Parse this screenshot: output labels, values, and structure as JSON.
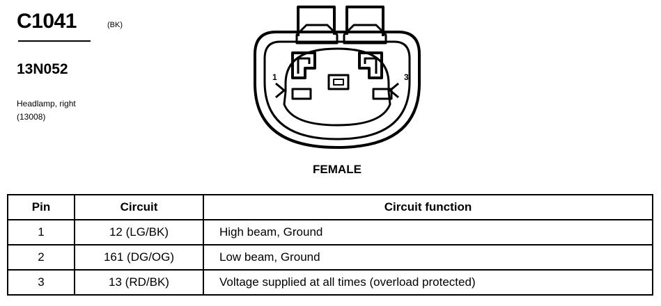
{
  "connector": {
    "id": "C1041",
    "color_code": "(BK)",
    "part_number": "13N052",
    "description": [
      "Headlamp, right",
      "(13008)"
    ]
  },
  "diagram": {
    "pin_labels": [
      "1",
      "3"
    ],
    "gender": "FEMALE"
  },
  "table": {
    "headers": [
      "Pin",
      "Circuit",
      "Circuit function"
    ],
    "rows": [
      {
        "pin": "1",
        "circuit": "12 (LG/BK)",
        "function": "High beam, Ground"
      },
      {
        "pin": "2",
        "circuit": "161 (DG/OG)",
        "function": "Low beam, Ground"
      },
      {
        "pin": "3",
        "circuit": "13 (RD/BK)",
        "function": "Voltage supplied at all times (overload protected)"
      }
    ]
  }
}
